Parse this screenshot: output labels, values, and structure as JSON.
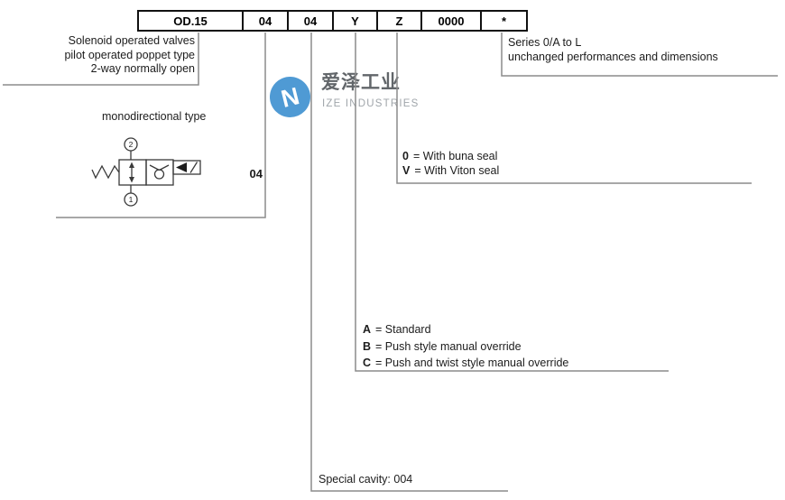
{
  "code_table": {
    "cells": [
      "OD.15",
      "04",
      "04",
      "Y",
      "Z",
      "0000",
      "*"
    ]
  },
  "left_block": {
    "lines": [
      "Solenoid operated valves",
      "pilot operated poppet type",
      "2-way normally open"
    ]
  },
  "series_block": {
    "lines": [
      "Series 0/A to L",
      "unchanged performances and dimensions"
    ]
  },
  "mono": {
    "label": "monodirectional type",
    "code": "04",
    "port_top": "2",
    "port_bottom": "1"
  },
  "seal": {
    "items": [
      {
        "code": "0",
        "text": "= With buna seal"
      },
      {
        "code": "V",
        "text": "= With Viton seal"
      }
    ]
  },
  "override": {
    "items": [
      {
        "code": "A",
        "text": "= Standard"
      },
      {
        "code": "B",
        "text": "= Push style manual override"
      },
      {
        "code": "C",
        "text": "= Push and twist style manual override"
      }
    ]
  },
  "cavity": {
    "label": "Special cavity: 004"
  },
  "watermark": {
    "cn": "爱泽工业",
    "en": "IZE INDUSTRIES",
    "monogram": "N"
  },
  "colors": {
    "accent_blue": "#4f9ad4",
    "line_gray": "#8c8c8c",
    "text": "#1c1c1c"
  }
}
